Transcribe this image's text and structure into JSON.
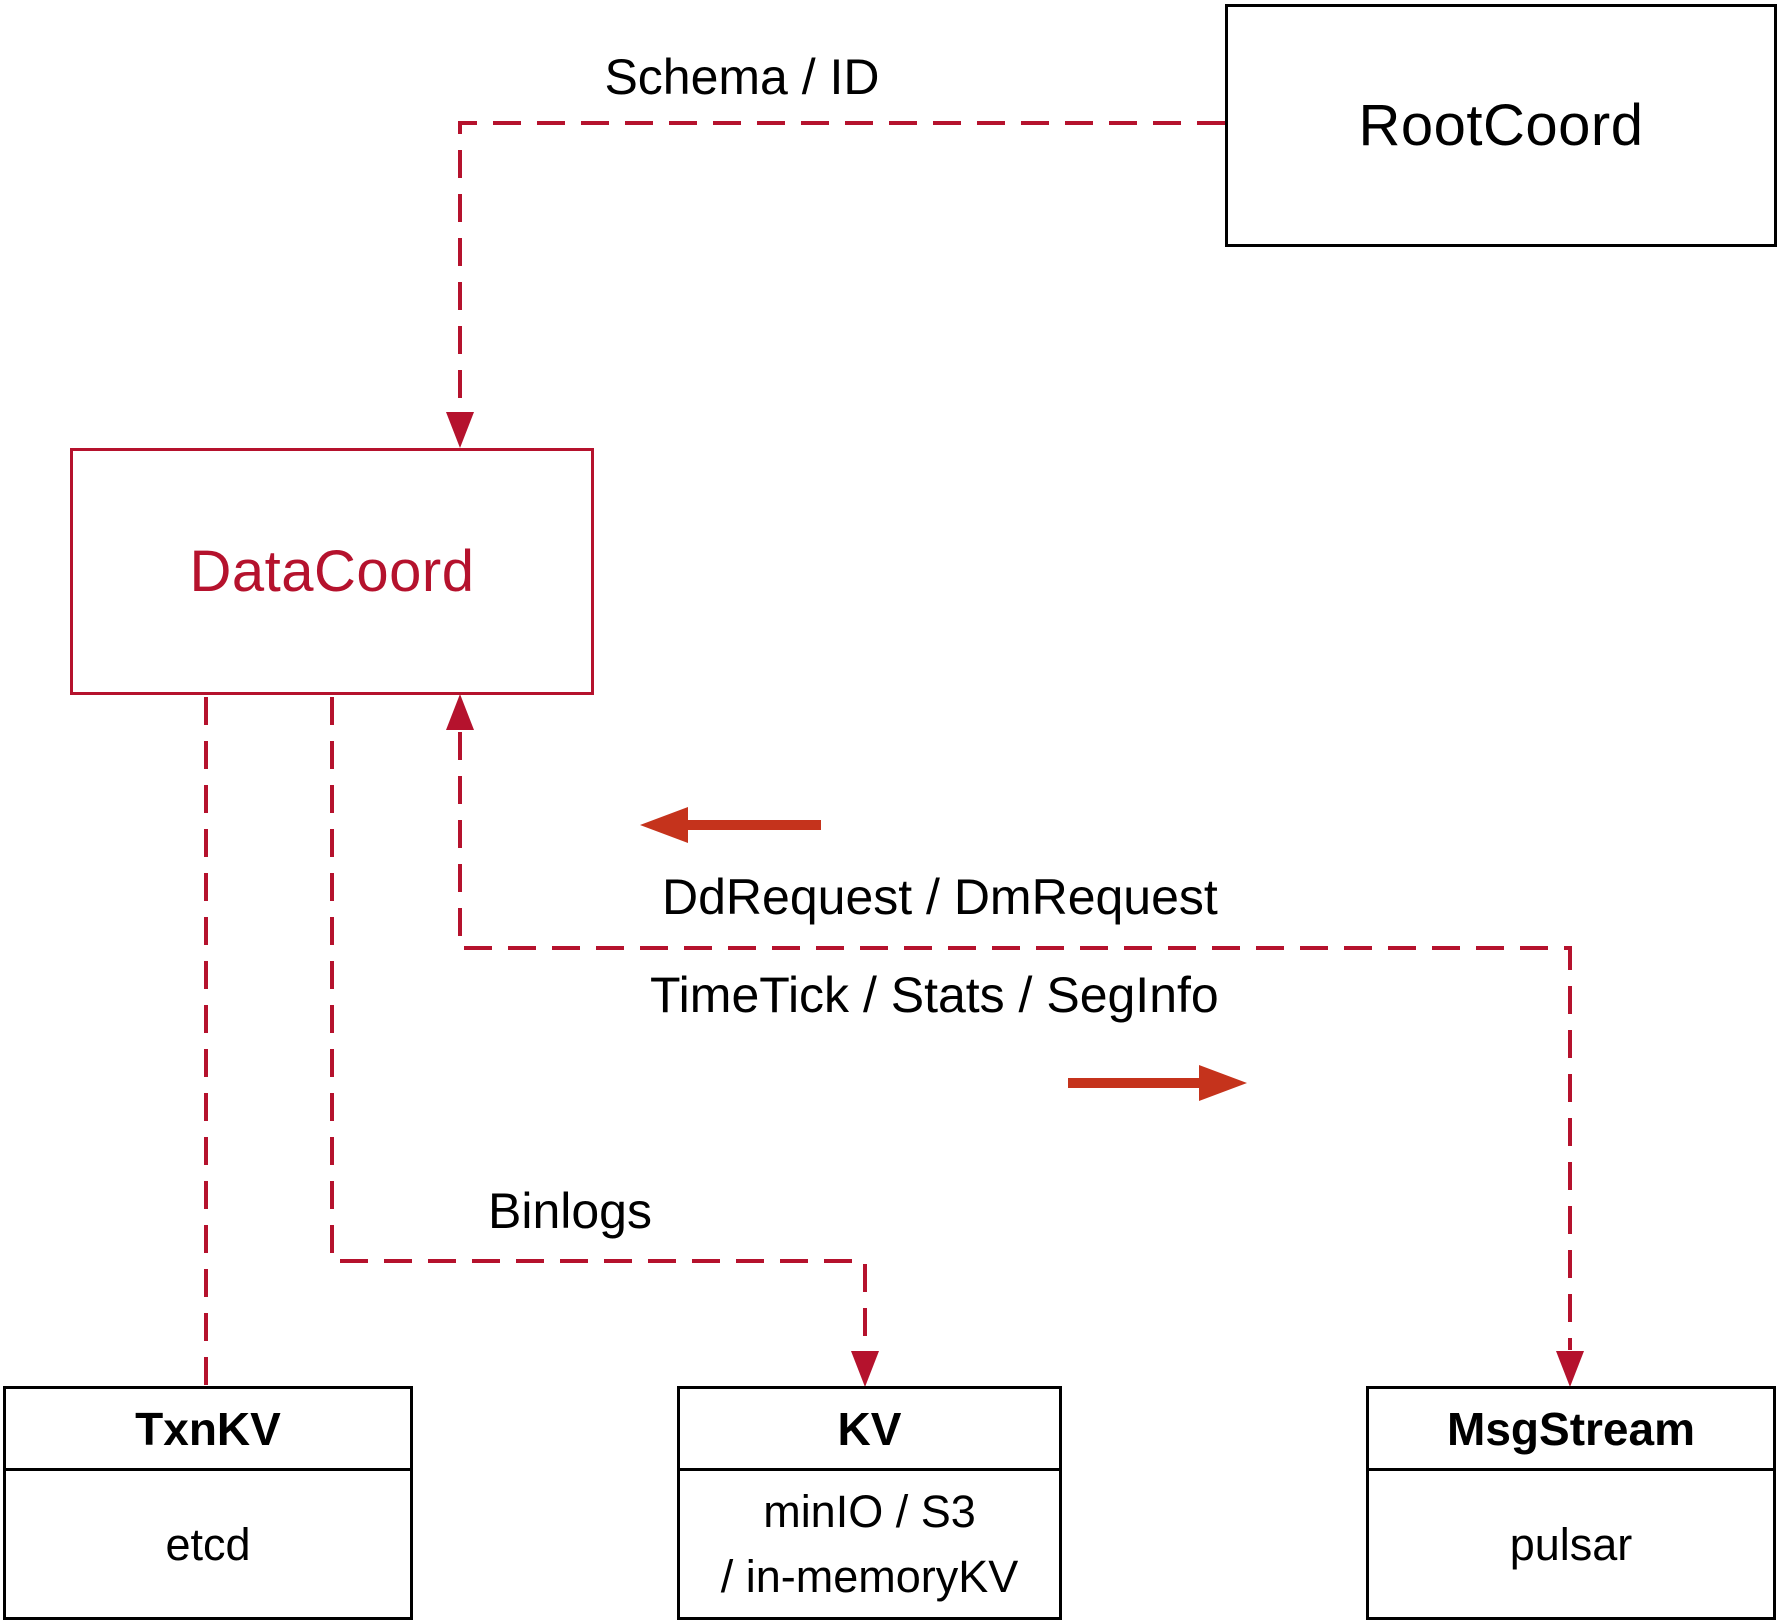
{
  "diagram": {
    "nodes": {
      "rootcoord": {
        "label": "RootCoord"
      },
      "datacoord": {
        "label": "DataCoord"
      },
      "txnkv": {
        "title": "TxnKV",
        "subtitle": "etcd"
      },
      "kv": {
        "title": "KV",
        "subtitle_line1": "minIO / S3",
        "subtitle_line2": "/ in-memoryKV"
      },
      "msgstream": {
        "title": "MsgStream",
        "subtitle": "pulsar"
      }
    },
    "edges": {
      "schema_id": {
        "label": "Schema / ID",
        "from": "RootCoord",
        "to": "DataCoord"
      },
      "dd_dm_request": {
        "label": "DdRequest / DmRequest",
        "direction": "toward DataCoord"
      },
      "timetick_stats_seginfo": {
        "label": "TimeTick / Stats / SegInfo",
        "direction": "toward MsgStream"
      },
      "binlogs": {
        "label": "Binlogs",
        "from": "DataCoord",
        "to": "KV"
      },
      "txnkv_link": {
        "label": "",
        "from": "DataCoord",
        "to": "TxnKV"
      }
    }
  },
  "colors": {
    "crimson": "#b5122d",
    "arrow_red": "#c5331c",
    "ink": "#000000",
    "background": "#ffffff"
  }
}
